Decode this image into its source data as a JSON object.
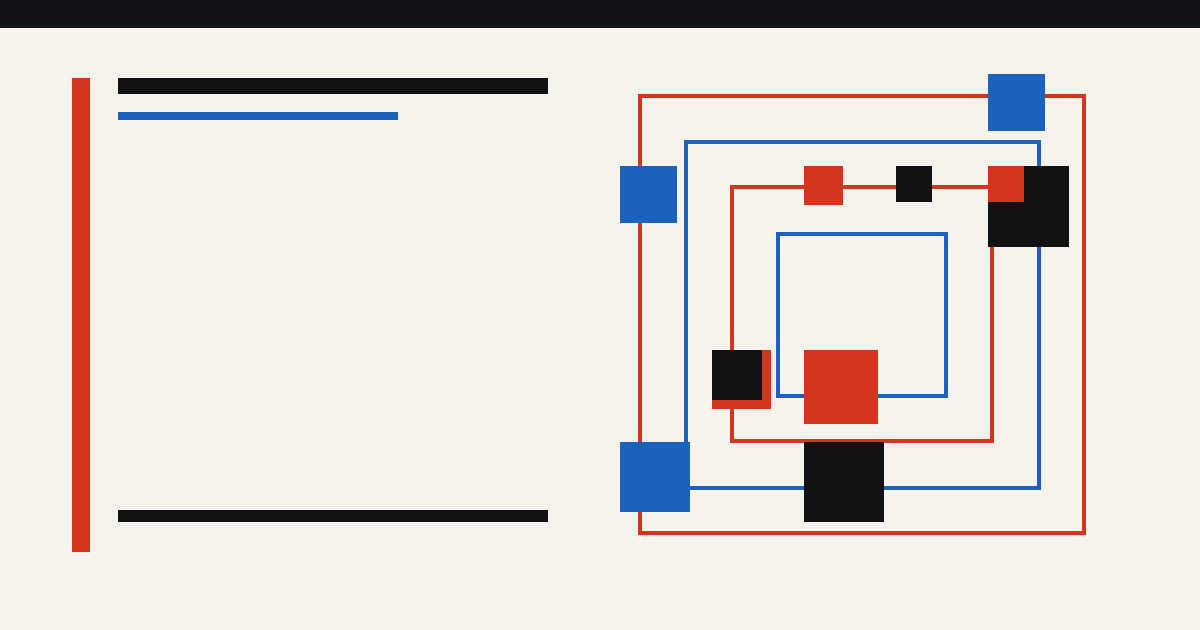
{
  "colors": {
    "background": "#f6f2ec",
    "top_bar": "#121316",
    "red": "#d3361d",
    "blue": "#1b61be",
    "black": "#121212"
  },
  "icons": {
    "left_rule": "vertical-accent-bar",
    "title_bar": "heading-placeholder-bar",
    "subtitle_bar": "subheading-placeholder-bar",
    "footer_bar": "footer-placeholder-bar",
    "composition": "concentric-squares-composition"
  }
}
